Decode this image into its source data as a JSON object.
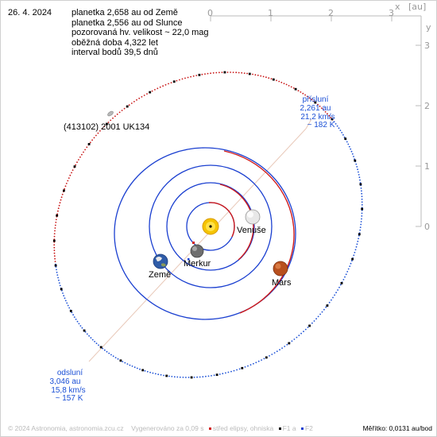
{
  "date": "26. 4. 2024",
  "info_lines": [
    "planetka 2,658 au od Země",
    "planetka 2,556 au od Slunce",
    "pozorovaná hv. velikost ~ 22,0 mag",
    "oběžná doba 4,322 let",
    "interval bodů 39,5 dnů"
  ],
  "asteroid_name": "(413102) 2001 UK134",
  "perihelion": {
    "title": "přísluní",
    "distance": "2,261 au",
    "speed": "21,2 km/s",
    "temp": "~ 182 K"
  },
  "aphelion": {
    "title": "odsluní",
    "distance": "3,046 au",
    "speed": "15,8 km/s",
    "temp": "~ 157 K"
  },
  "planets": {
    "venus": "Venuše",
    "mercury": "Merkur",
    "earth": "Země",
    "mars": "Mars"
  },
  "scale": {
    "unit": "[au]",
    "x_mark": "x",
    "y_mark": "y",
    "x_ticks": [
      "0",
      "1",
      "2",
      "3"
    ],
    "y_ticks": [
      "3",
      "2",
      "1",
      "0"
    ]
  },
  "footer": {
    "copyright": "© 2024 Astronomia, astronomia.zcu.cz",
    "generated": "Vygenerováno za 0,09 s",
    "legend_center": "střed elipsy, ohniska",
    "legend_f1": "F1 a",
    "legend_f2": "F2"
  },
  "scale_note": "Měřítko: 0,0131 au/bod",
  "colors": {
    "orbit_blue": "#1a3fd0",
    "orbit_red": "#d01a1a",
    "asteroid_red": "#c81414",
    "asteroid_blue": "#1a4fd6",
    "sun": "#f5c400",
    "axis_gray": "#bbbbbb"
  }
}
